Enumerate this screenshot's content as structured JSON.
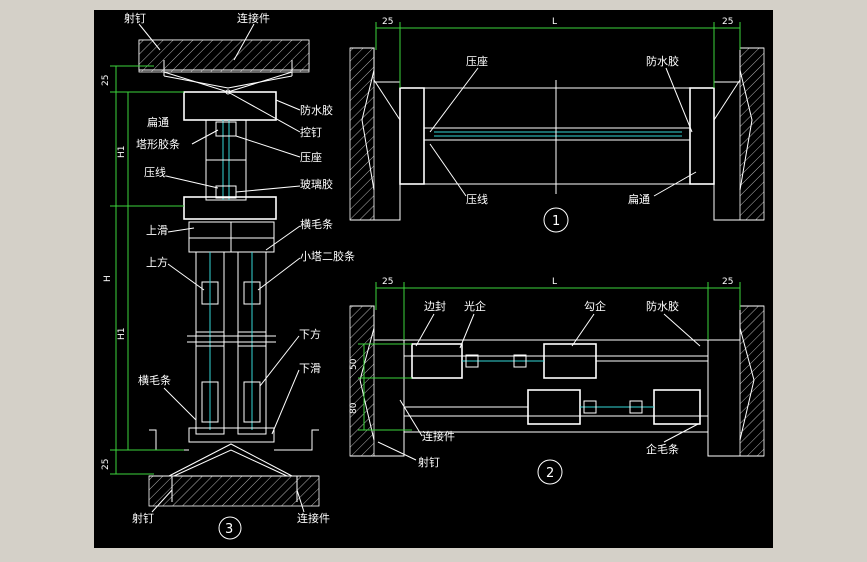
{
  "colors": {
    "background": "#000000",
    "frame": "#d4d0c8",
    "line": "#ffffff",
    "dimension": "#3bd43b",
    "glass": "#33d6d6"
  },
  "detail3": {
    "number": "3",
    "labels": {
      "she_ding_top": "射钉",
      "lian_jie_jian_top": "连接件",
      "bian_tong": "扁通",
      "fang_shui_jiao": "防水胶",
      "ta_xing_jiao_tiao": "塔形胶条",
      "kong_ding": "控钉",
      "ya_zuo": "压座",
      "ya_xian": "压线",
      "bo_li_jiao": "玻璃胶",
      "shang_hua": "上滑",
      "heng_mao_tiao_top": "横毛条",
      "shang_fang": "上方",
      "xiao_ta_er_jiao_tiao": "小塔二胶条",
      "xia_fang": "下方",
      "xia_hua": "下滑",
      "heng_mao_tiao_bottom": "横毛条",
      "she_ding_bottom": "射钉",
      "lian_jie_jian_bottom": "连接件"
    },
    "dims": {
      "top": "25",
      "h1": "H1",
      "h": "H",
      "h2": "H1",
      "bottom": "25"
    }
  },
  "detail1": {
    "number": "1",
    "labels": {
      "ya_zuo": "压座",
      "fang_shui_jiao": "防水胶",
      "ya_xian": "压线",
      "bian_tong": "扁通"
    },
    "dims": {
      "left": "25",
      "span": "L",
      "right": "25"
    }
  },
  "detail2": {
    "number": "2",
    "labels": {
      "bian_feng": "边封",
      "guang_qi": "光企",
      "gou_qi": "勾企",
      "fang_shui_jiao": "防水胶",
      "lian_jie_jian": "连接件",
      "she_ding": "射钉",
      "qi_mao_tiao": "企毛条"
    },
    "dims": {
      "left": "25",
      "span": "L",
      "right": "25",
      "v1": "50",
      "v2": "80"
    }
  }
}
